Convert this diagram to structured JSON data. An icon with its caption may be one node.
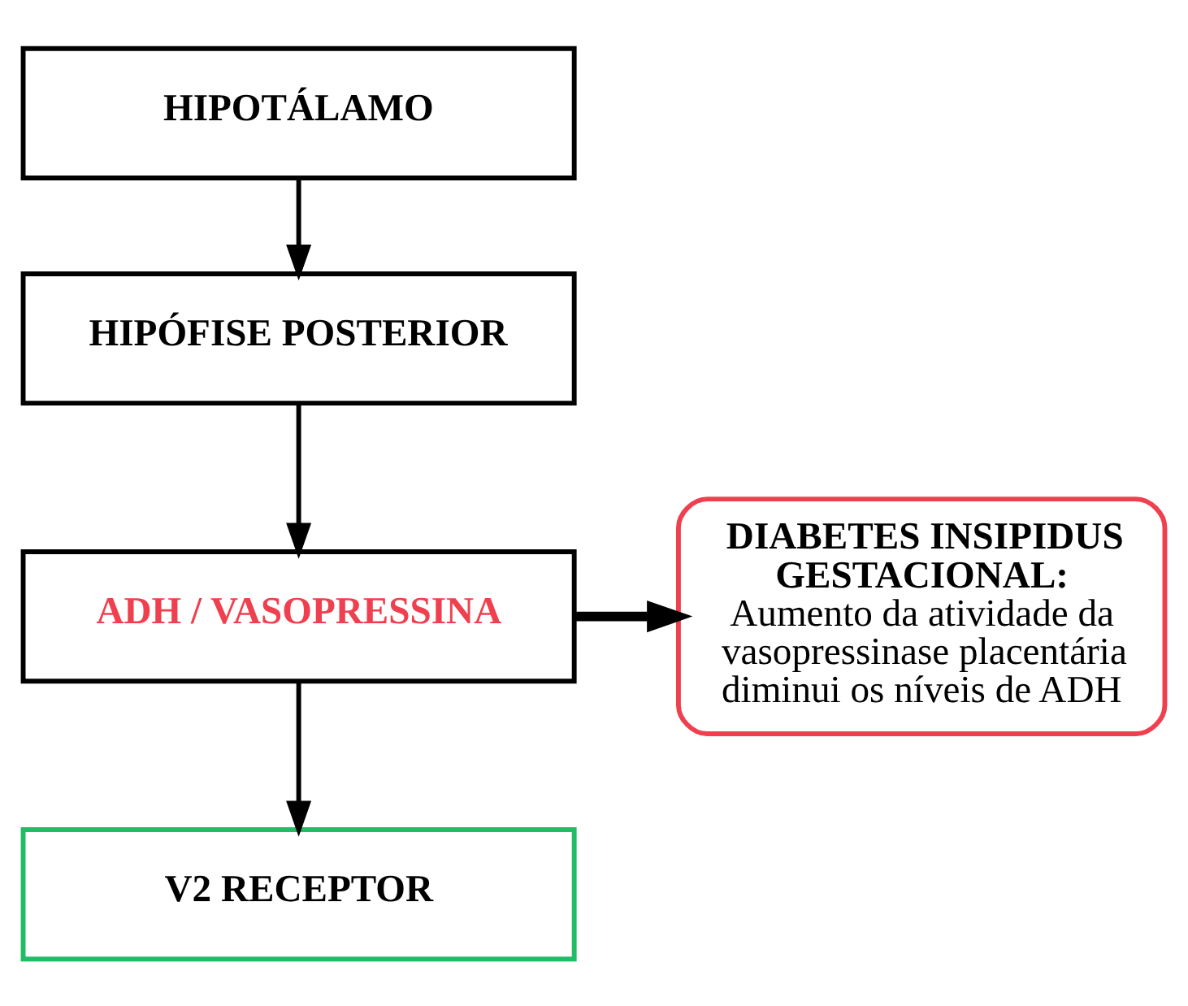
{
  "diagram": {
    "nodes": [
      {
        "text": [
          "HIPOTÁLAMO"
        ]
      },
      {
        "text": [
          "HIPÓFISE POSTERIOR"
        ]
      },
      {
        "text": [
          "ADH / VASOPRESSINA"
        ]
      },
      {
        "text": [
          "DIABETES INSIPIDUS GESTACIONAL:",
          "Aumento da atividade da vasopressinase placentária diminui os níveis de ADH"
        ]
      },
      {
        "text": [
          "V2 RECEPTOR"
        ]
      }
    ],
    "edges": [
      {
        "from": 0,
        "to": 1,
        "arrow": "to"
      },
      {
        "from": 1,
        "to": 2,
        "arrow": "to"
      },
      {
        "from": 2,
        "to": 3,
        "arrow": "to",
        "style": "thick"
      },
      {
        "from": 2,
        "to": 4,
        "arrow": "to"
      }
    ]
  }
}
